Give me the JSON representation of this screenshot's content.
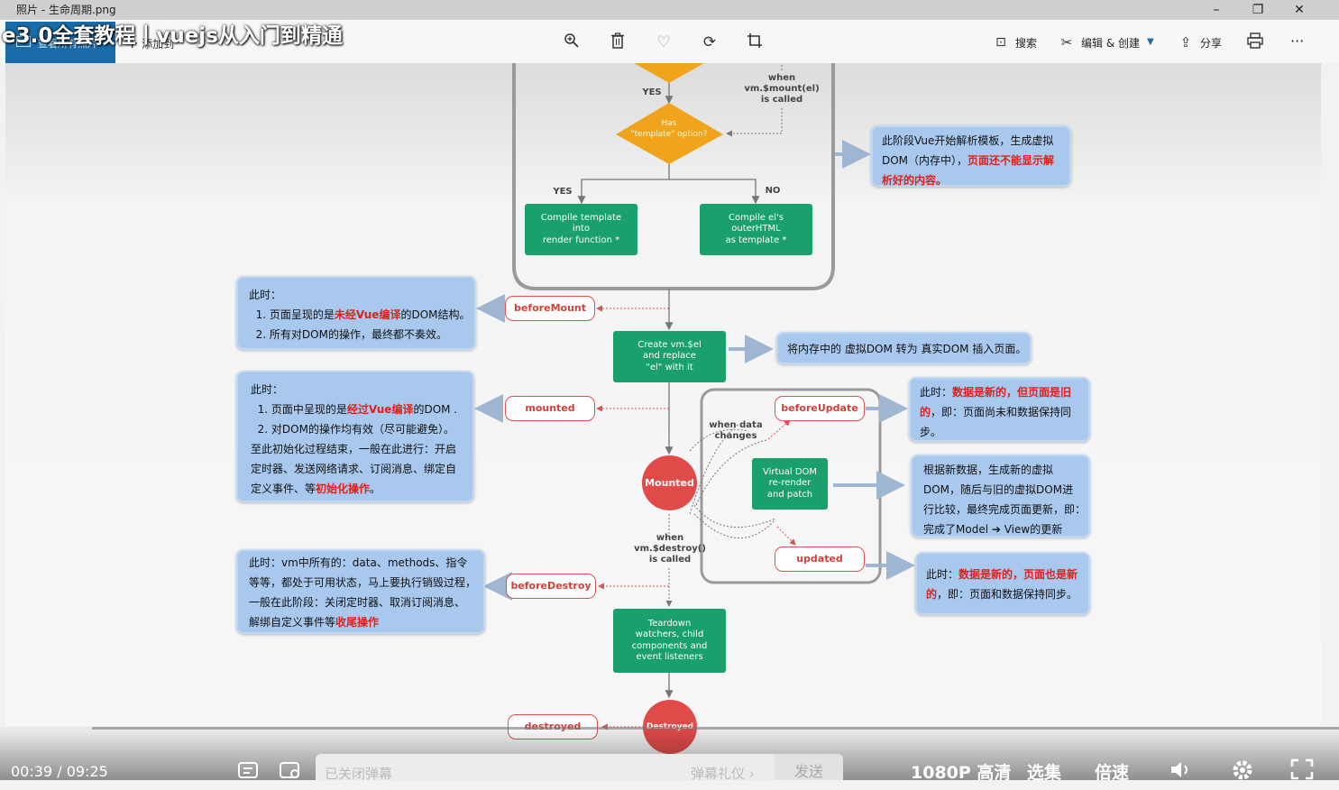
{
  "video_title": "e3.0全套教程丨vuejs从入门到精通",
  "app": {
    "title": "照片 - 生命周期.png",
    "view_all": "查看所有照片",
    "add_to": "添加到",
    "search": "搜索",
    "edit_create": "编辑 & 创建",
    "share": "分享",
    "more": "···",
    "zoom_icon": "zoom-in-icon",
    "delete_icon": "trash-icon",
    "favorite_icon": "heart-icon",
    "rotate_icon": "rotate-icon",
    "crop_icon": "crop-icon",
    "print_icon": "print-icon"
  },
  "diagram": {
    "yes1": "YES",
    "when_mount": "when\nvm.$mount(el)\nis called",
    "has_template": "Has\n\"template\" option?",
    "yes2": "YES",
    "no": "NO",
    "compile_template": "Compile template\ninto\nrender function *",
    "compile_el": "Compile el's\nouterHTML\nas template *",
    "before_mount": "beforeMount",
    "create_el": "Create vm.$el\nand replace\n\"el\" with it",
    "mounted_hook": "mounted",
    "mounted_circle": "Mounted",
    "when_data_changes": "when data\nchanges",
    "before_update": "beforeUpdate",
    "virtual_dom": "Virtual DOM\nre-render\nand patch",
    "updated": "updated",
    "when_destroy": "when\nvm.$destroy()\nis called",
    "before_destroy": "beforeDestroy",
    "teardown": "Teardown\nwatchers, child\ncomponents and\nevent listeners",
    "destroyed_hook": "destroyed",
    "destroyed_circle": "Destroyed"
  },
  "notes": {
    "parse": [
      "此阶段Vue开始解析模板，生成虚拟",
      "DOM（内存中），",
      "页面还不能显示解",
      "析好的内容。"
    ],
    "before_mount": [
      "此时：",
      "1. 页面呈现的是",
      "未经Vue编译",
      "的DOM结构。",
      "2. 所有对DOM的操作，最终都不奏效。"
    ],
    "insert": "将内存中的 虚拟DOM 转为 真实DOM 插入页面。",
    "mounted": [
      "此时：",
      "1. 页面中呈现的是",
      "经过Vue编译",
      "的DOM .",
      "2. 对DOM的操作均有效（尽可能避免）。",
      "至此初始化过程结束，一般在此进行：开启",
      "定时器、发送网络请求、订阅消息、绑定自",
      "定义事件、等",
      "初始化操作",
      "。"
    ],
    "before_update": [
      "此时：",
      "数据是新的，但页面是旧",
      "的",
      "，即：页面尚未和数据保持同",
      "步。"
    ],
    "patch": [
      "根据新数据，生成新的虚拟",
      "DOM，随后与旧的虚拟DOM进",
      "行比较，最终完成页面更新，即：",
      "完成了Model ➔ View的更新"
    ],
    "updated": [
      "此时：",
      "数据是新的，页面也是新",
      "的",
      "，即：页面和数据保持同步。"
    ],
    "before_destroy": [
      "此时：vm中所有的：data、methods、指令",
      "等等，都处于可用状态，马上要执行销毁过程，",
      "一般在此阶段：关闭定时器、取消订阅消息、",
      "解绑自定义事件等",
      "收尾操作"
    ]
  },
  "player": {
    "current_time": "00:39",
    "separator": "/",
    "duration": "09:25",
    "progress": 0.069,
    "danmaku_placeholder": "已关闭弹幕",
    "danmaku_gift": "弹幕礼仪 ›",
    "send": "发送",
    "quality": "1080P 高清",
    "episodes": "选集",
    "speed": "倍速"
  },
  "colors": {
    "green": "#1aa06c",
    "hook_red": "#d9534f",
    "note_blue": "#a8c8ee",
    "accent_blue": "#1a6ca8"
  }
}
